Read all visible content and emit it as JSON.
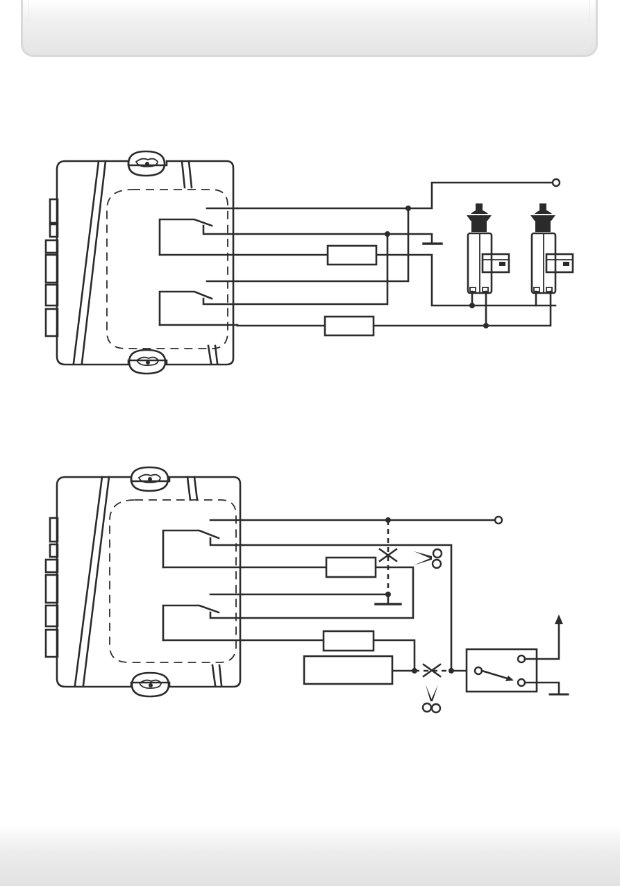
{
  "page": {
    "header_bar": "",
    "footer_band": ""
  },
  "diagrams": [
    {
      "id": "door-lock-actuators",
      "relays": 2,
      "fuses": 2,
      "actuators": 2,
      "output_terminals": 1,
      "ground_symbols": 1
    },
    {
      "id": "switch-wiring",
      "relays": 2,
      "fuses": 2,
      "cut_marks": 2,
      "scissors_icons": 2,
      "switch_unit": 1,
      "output_terminals": 1,
      "ground_symbols": 2,
      "arrow_outputs": 1
    }
  ],
  "colors": {
    "ink": "#2b2b2b",
    "header_border": "#d9d9d9",
    "header_fill": "#e4e4e4",
    "background": "#ffffff"
  },
  "icons": [
    "scissors-icon",
    "mounting-ear-icon",
    "ground-icon",
    "terminal-icon",
    "arrow-up-icon",
    "door-lock-actuator-icon"
  ]
}
